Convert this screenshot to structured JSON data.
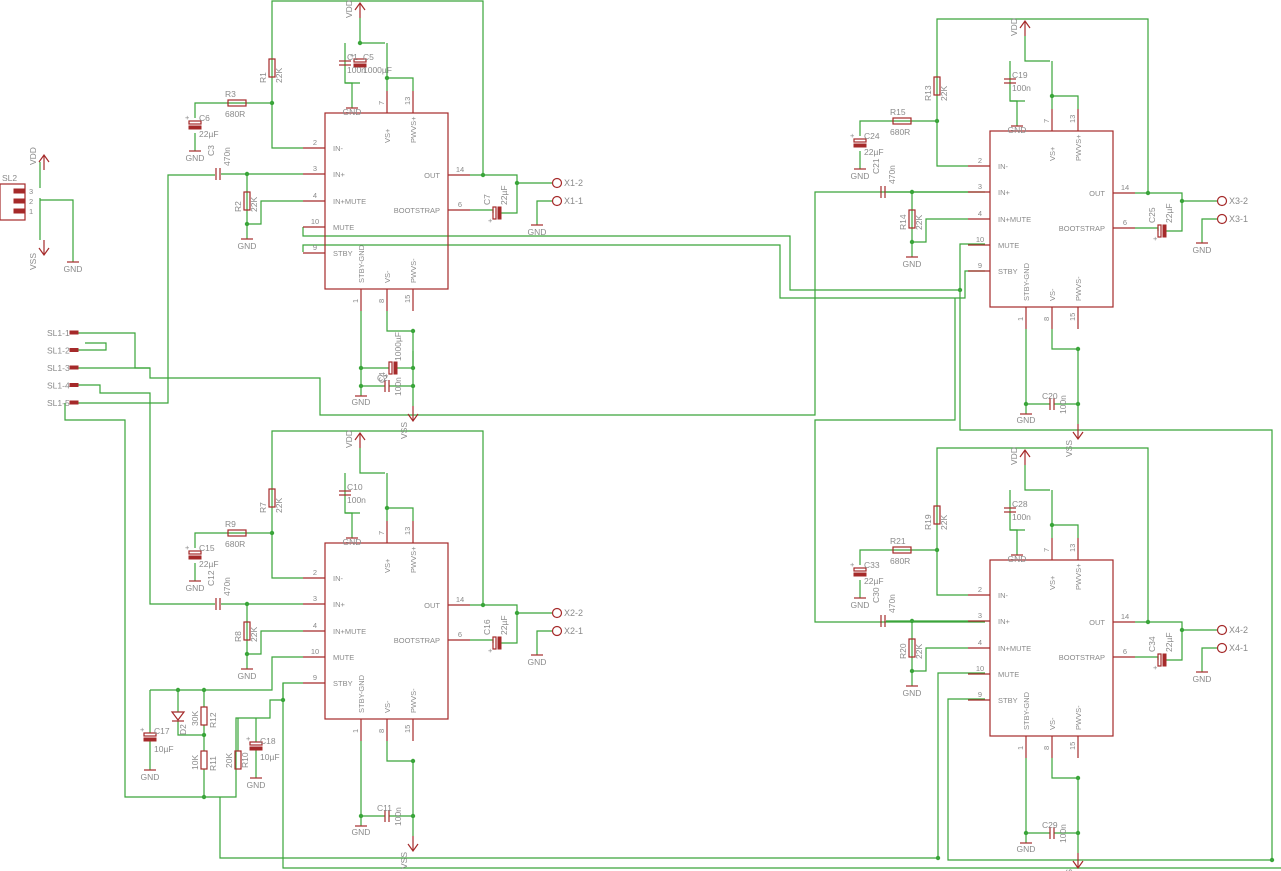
{
  "supply": {
    "vdd": "VDD",
    "vss": "VSS",
    "gnd": "GND"
  },
  "chip_pins": [
    {
      "num": "2",
      "name": "IN-"
    },
    {
      "num": "3",
      "name": "IN+"
    },
    {
      "num": "4",
      "name": "IN+MUTE"
    },
    {
      "num": "10",
      "name": "MUTE"
    },
    {
      "num": "9",
      "name": "STBY"
    },
    {
      "num": "14",
      "name": "OUT"
    },
    {
      "num": "6",
      "name": "BOOTSTRAP"
    },
    {
      "num": "7",
      "name": "VS+"
    },
    {
      "num": "13",
      "name": "PWVS+"
    },
    {
      "num": "1",
      "name": "STBY-GND"
    },
    {
      "num": "8",
      "name": "VS-"
    },
    {
      "num": "15",
      "name": "PWVS-"
    }
  ],
  "connectors": {
    "sl2": {
      "name": "SL2",
      "pins": [
        "3",
        "2",
        "1"
      ]
    },
    "sl1": [
      "SL1-1",
      "SL1-2",
      "SL1-3",
      "SL1-4",
      "SL1-5"
    ]
  },
  "channels": [
    {
      "out_a": "X1-2",
      "out_b": "X1-1",
      "rin": {
        "name": "R3",
        "value": "680R"
      },
      "rfb": {
        "name": "R1",
        "value": "22K"
      },
      "rin2": {
        "name": "R2",
        "value": "22K"
      },
      "cin": {
        "name": "C3",
        "value": "470n"
      },
      "cel": {
        "name": "C6",
        "value": "22µF"
      },
      "cboot": {
        "name": "C7",
        "value": "22µF"
      },
      "ctop": [
        {
          "name": "C1",
          "value": "100n"
        },
        {
          "name": "C5",
          "value": "1000µF"
        }
      ],
      "cbot": [
        {
          "name": "C2",
          "value": "100n"
        },
        {
          "name": "C4",
          "value": "1000µF"
        }
      ]
    },
    {
      "out_a": "X2-2",
      "out_b": "X2-1",
      "rin": {
        "name": "R9",
        "value": "680R"
      },
      "rfb": {
        "name": "R7",
        "value": "22K"
      },
      "rin2": {
        "name": "R8",
        "value": "22K"
      },
      "cin": {
        "name": "C12",
        "value": "470n"
      },
      "cel": {
        "name": "C15",
        "value": "22µF"
      },
      "cboot": {
        "name": "C16",
        "value": "22µF"
      },
      "ctop": [
        {
          "name": "C10",
          "value": "100n"
        }
      ],
      "cbot": [
        {
          "name": "C11",
          "value": "100n"
        }
      ]
    },
    {
      "out_a": "X3-2",
      "out_b": "X3-1",
      "rin": {
        "name": "R15",
        "value": "680R"
      },
      "rfb": {
        "name": "R13",
        "value": "22K"
      },
      "rin2": {
        "name": "R14",
        "value": "22K"
      },
      "cin": {
        "name": "C21",
        "value": "470n"
      },
      "cel": {
        "name": "C24",
        "value": "22µF"
      },
      "cboot": {
        "name": "C25",
        "value": "22µF"
      },
      "ctop": [
        {
          "name": "C19",
          "value": "100n"
        }
      ],
      "cbot": [
        {
          "name": "C20",
          "value": "100n"
        }
      ]
    },
    {
      "out_a": "X4-2",
      "out_b": "X4-1",
      "rin": {
        "name": "R21",
        "value": "680R"
      },
      "rfb": {
        "name": "R19",
        "value": "22K"
      },
      "rin2": {
        "name": "R20",
        "value": "22K"
      },
      "cin": {
        "name": "C30",
        "value": "470n"
      },
      "cel": {
        "name": "C33",
        "value": "22µF"
      },
      "cboot": {
        "name": "C34",
        "value": "22µF"
      },
      "ctop": [
        {
          "name": "C28",
          "value": "100n"
        }
      ],
      "cbot": [
        {
          "name": "C29",
          "value": "100n"
        }
      ]
    }
  ],
  "mute_network": {
    "c17": {
      "name": "C17",
      "value": "10µF"
    },
    "d": {
      "name": "D2"
    },
    "r12": {
      "name": "R12",
      "value": "30K"
    },
    "r11": {
      "name": "R11",
      "value": "10K"
    },
    "r10": {
      "name": "R10",
      "value": "20K"
    },
    "c18": {
      "name": "C18",
      "value": "10µF"
    }
  }
}
